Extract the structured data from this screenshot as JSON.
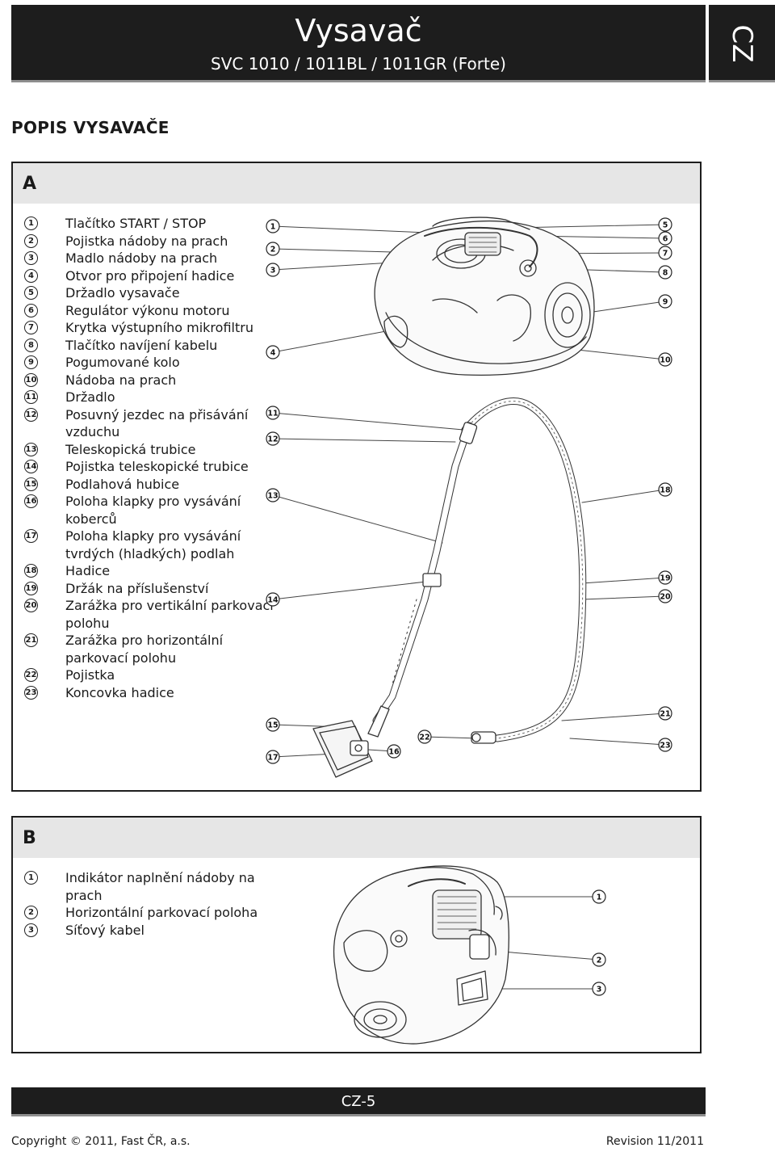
{
  "header": {
    "title": "Vysavač",
    "model": "SVC 1010 / 1011BL / 1011GR (Forte)",
    "lang": "CZ"
  },
  "section_title": "POPIS VYSAVAČE",
  "panel_a": {
    "label": "A",
    "items": [
      {
        "num": "1",
        "text": "Tlačítko START / STOP"
      },
      {
        "num": "2",
        "text": "Pojistka nádoby na prach"
      },
      {
        "num": "3",
        "text": "Madlo nádoby na prach"
      },
      {
        "num": "4",
        "text": "Otvor pro připojení hadice"
      },
      {
        "num": "5",
        "text": "Držadlo vysavače"
      },
      {
        "num": "6",
        "text": "Regulátor výkonu motoru"
      },
      {
        "num": "7",
        "text": "Krytka výstupního mikrofiltru"
      },
      {
        "num": "8",
        "text": "Tlačítko navíjení kabelu"
      },
      {
        "num": "9",
        "text": "Pogumované kolo"
      },
      {
        "num": "10",
        "text": "Nádoba na prach"
      },
      {
        "num": "11",
        "text": "Držadlo"
      },
      {
        "num": "12",
        "text": "Posuvný jezdec na přisávání vzduchu"
      },
      {
        "num": "13",
        "text": "Teleskopická trubice"
      },
      {
        "num": "14",
        "text": "Pojistka teleskopické trubice"
      },
      {
        "num": "15",
        "text": "Podlahová hubice"
      },
      {
        "num": "16",
        "text": "Poloha klapky pro vysávání koberců"
      },
      {
        "num": "17",
        "text": "Poloha klapky pro vysávání tvrdých (hladkých) podlah"
      },
      {
        "num": "18",
        "text": "Hadice"
      },
      {
        "num": "19",
        "text": "Držák na příslušenství"
      },
      {
        "num": "20",
        "text": "Zarážka pro vertikální parkovací polohu"
      },
      {
        "num": "21",
        "text": "Zarážka pro horizontální parkovací polohu"
      },
      {
        "num": "22",
        "text": "Pojistka"
      },
      {
        "num": "23",
        "text": "Koncovka hadice"
      }
    ],
    "callouts": [
      "1",
      "2",
      "3",
      "4",
      "5",
      "6",
      "7",
      "8",
      "9",
      "10",
      "11",
      "12",
      "13",
      "14",
      "15",
      "16",
      "17",
      "18",
      "19",
      "20",
      "21",
      "22",
      "23"
    ]
  },
  "panel_b": {
    "label": "B",
    "items": [
      {
        "num": "1",
        "text": "Indikátor naplnění nádoby na prach"
      },
      {
        "num": "2",
        "text": "Horizontální parkovací poloha"
      },
      {
        "num": "3",
        "text": "Síťový kabel"
      }
    ],
    "callouts": [
      "1",
      "2",
      "3"
    ]
  },
  "footer": {
    "page": "CZ-5",
    "copyright": "Copyright © 2011, Fast ČR, a.s.",
    "revision": "Revision 11/2011"
  }
}
